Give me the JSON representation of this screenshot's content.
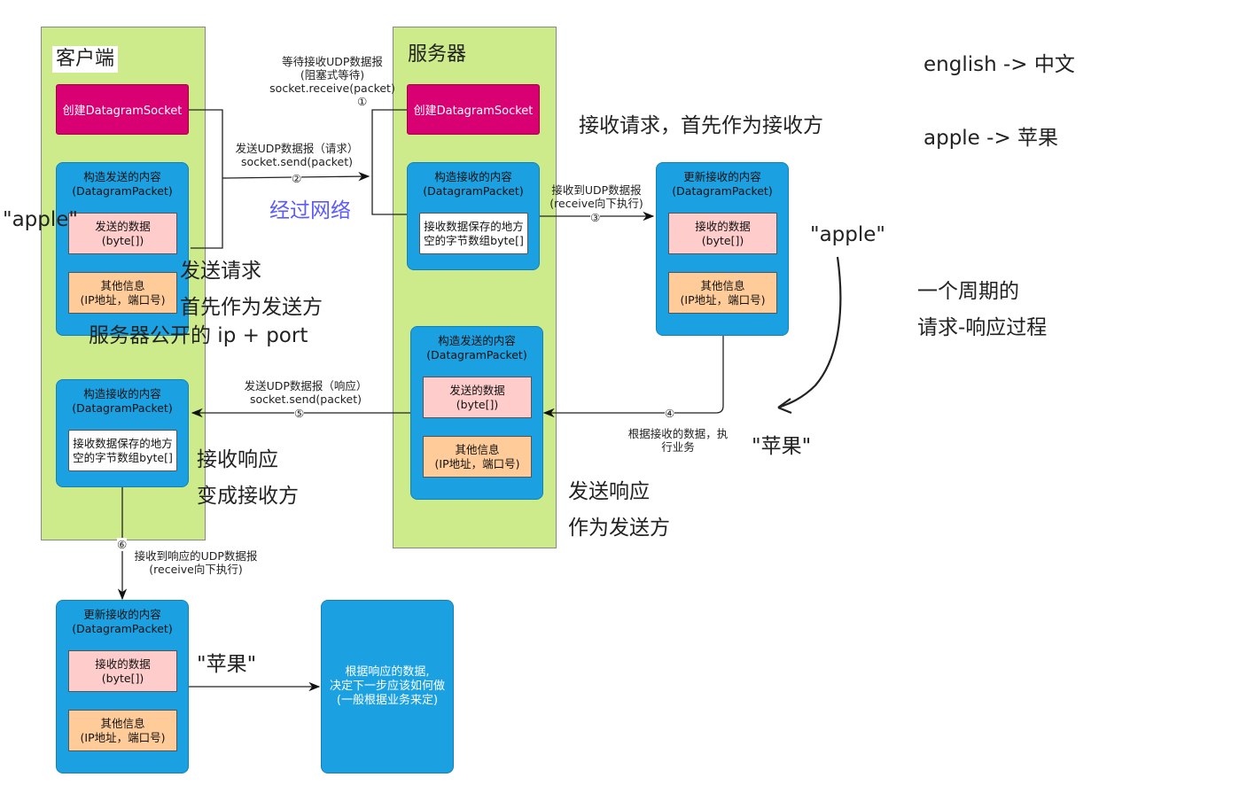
{
  "client": {
    "title": "客户端",
    "create_socket": "创建DatagramSocket",
    "send_packet": {
      "title": "构造发送的内容\n(DatagramPacket)",
      "data": "发送的数据\n(byte[])",
      "info": "其他信息\n(IP地址，端口号)"
    },
    "recv_packet": {
      "title": "构造接收的内容\n(DatagramPacket)",
      "buffer": "接收数据保存的地方\n空的字节数组byte[]"
    },
    "update_packet": {
      "title": "更新接收的内容\n(DatagramPacket)",
      "data": "接收的数据\n(byte[])",
      "info": "其他信息\n(IP地址，端口号)"
    },
    "final": "根据响应的数据,\n决定下一步应该如何做\n(一般根据业务来定)"
  },
  "server": {
    "title": "服务器",
    "create_socket": "创建DatagramSocket",
    "recv_packet": {
      "title": "构造接收的内容\n(DatagramPacket)",
      "buffer": "接收数据保存的地方\n空的字节数组byte[]"
    },
    "update_packet": {
      "title": "更新接收的内容\n(DatagramPacket)",
      "data": "接收的数据\n(byte[])",
      "info": "其他信息\n(IP地址，端口号)"
    },
    "send_packet": {
      "title": "构造发送的内容\n(DatagramPacket)",
      "data": "发送的数据\n(byte[])",
      "info": "其他信息\n(IP地址，端口号)"
    }
  },
  "edges": {
    "e1": "等待接收UDP数据报\n(阻塞式等待)\nsocket.receive(packet)",
    "e1_num": "①",
    "e2": "发送UDP数据报（请求）\nsocket.send(packet)",
    "e2_num": "②",
    "e3": "接收到UDP数据报\n(receive向下执行)",
    "e3_num": "③",
    "e4": "根据接收的数据，执\n行业务",
    "e4_num": "④",
    "e5": "发送UDP数据报（响应）\nsocket.send(packet)",
    "e5_num": "⑤",
    "e6": "接收到响应的UDP数据报\n(receive向下执行)",
    "e6_num": "⑥"
  },
  "annotations": {
    "network": "经过网络",
    "apple_left": "\"apple\"",
    "send_request": "发送请求",
    "as_sender": "首先作为发送方",
    "server_addr": "服务器公开的 ip + port",
    "recv_request": "接收请求，首先作为接收方",
    "apple_right": "\"apple\"",
    "apple_cn_right": "\"苹果\"",
    "recv_response": "接收响应",
    "become_receiver": "变成接收方",
    "send_response": "发送响应",
    "as_sender2": "作为发送方",
    "apple_cn_bottom": "\"苹果\"",
    "dict1": "english -> 中文",
    "dict2": "apple -> 苹果",
    "cycle1": "一个周期的",
    "cycle2": "请求-响应过程"
  },
  "colors": {
    "lane": "#cdeb8b",
    "socket": "#d80073",
    "packet": "#1ba1e2",
    "data": "#ffcccc",
    "info": "#ffcc99",
    "network": "#5b5bff"
  }
}
